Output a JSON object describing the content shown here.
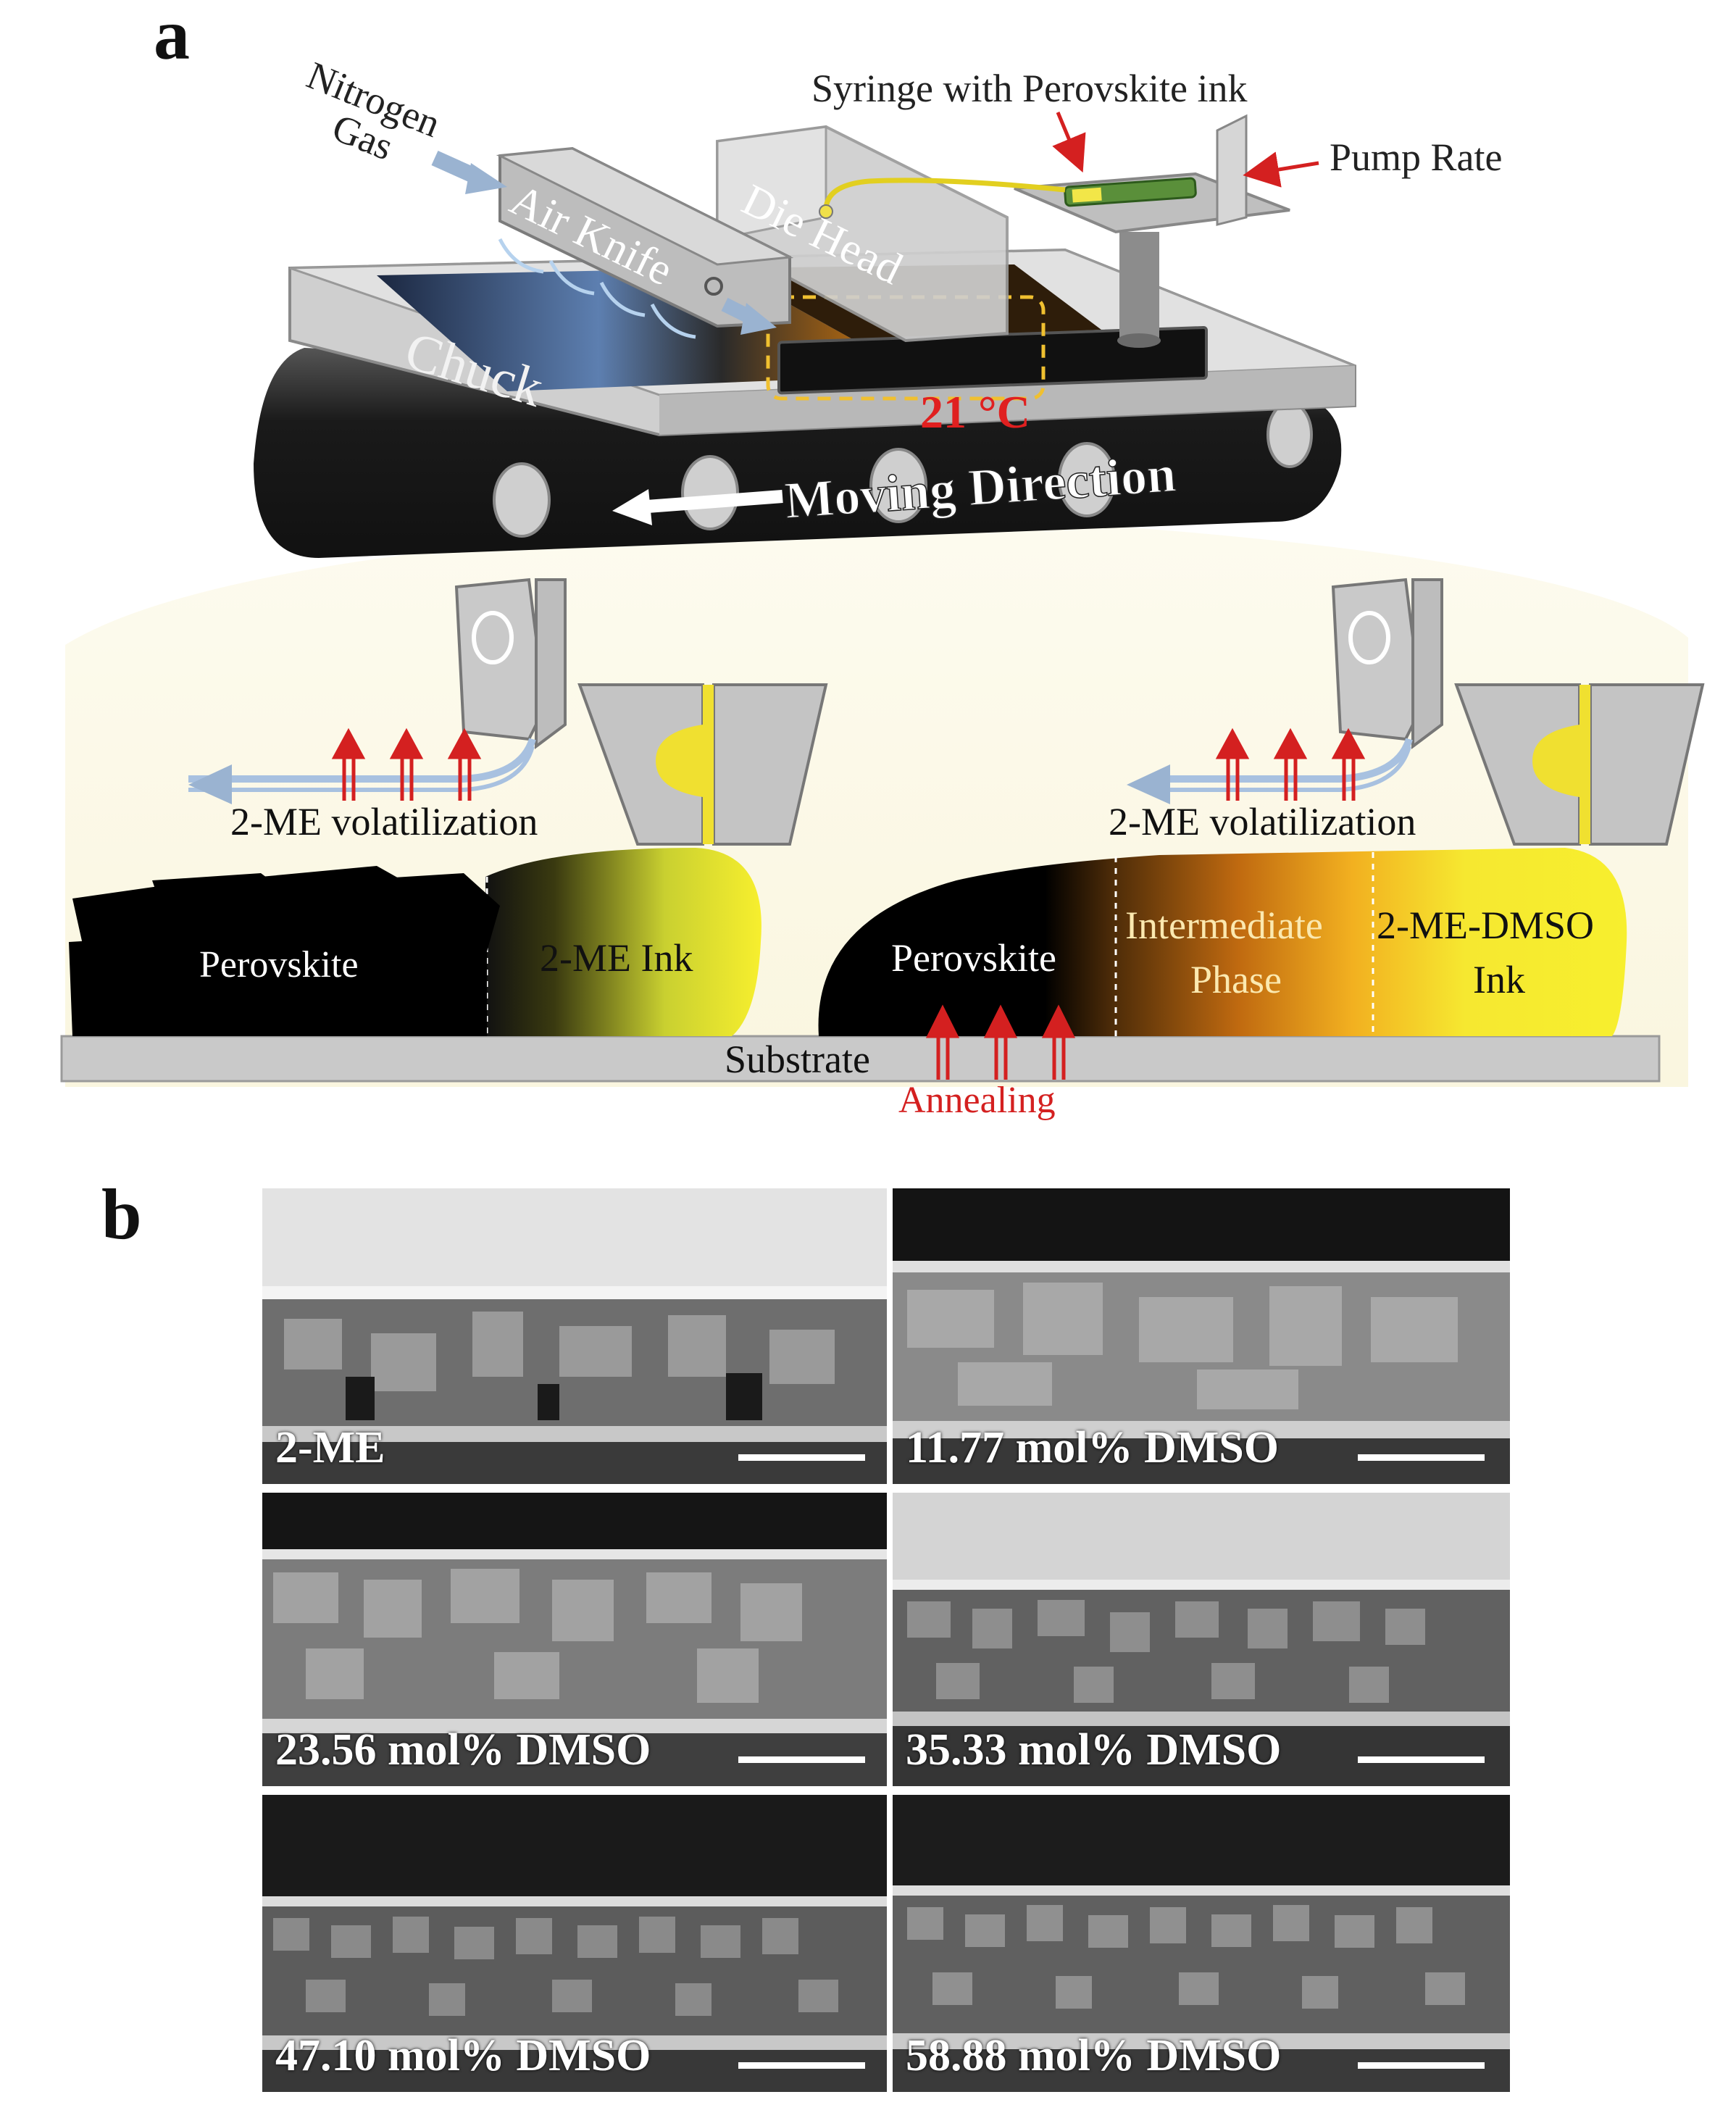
{
  "panel_a": {
    "letter": "a",
    "labels": {
      "nitrogen_line1": "Nitrogen",
      "nitrogen_line2": "Gas",
      "air_knife": "Air Knife",
      "die_head": "Die Head",
      "syringe": "Syringe with Perovskite ink",
      "pump_rate": "Pump Rate",
      "chuck": "Chuck",
      "temperature": "21 °C",
      "moving_direction": "Moving Direction"
    },
    "cross_section": {
      "left": {
        "volatilization": "2-ME volatilization",
        "perovskite": "Perovskite",
        "ink": "2-ME Ink"
      },
      "right": {
        "volatilization": "2-ME volatilization",
        "perovskite": "Perovskite",
        "intermediate_line1": "Intermediate",
        "intermediate_line2": "Phase",
        "ink_line1": "2-ME-DMSO",
        "ink_line2": "Ink"
      },
      "substrate": "Substrate",
      "annealing": "Annealing"
    },
    "colors": {
      "annotation_red": "#d42020",
      "ink_yellow": "#f4ea3a",
      "intermediate_orange": "#e08a10",
      "background_cream": "#fbf8e8"
    }
  },
  "panel_b": {
    "letter": "b",
    "images": [
      {
        "label": "2-ME"
      },
      {
        "label": "11.77 mol% DMSO"
      },
      {
        "label": "23.56 mol% DMSO"
      },
      {
        "label": "35.33 mol% DMSO"
      },
      {
        "label": "47.10 mol% DMSO"
      },
      {
        "label": "58.88 mol% DMSO"
      }
    ]
  }
}
